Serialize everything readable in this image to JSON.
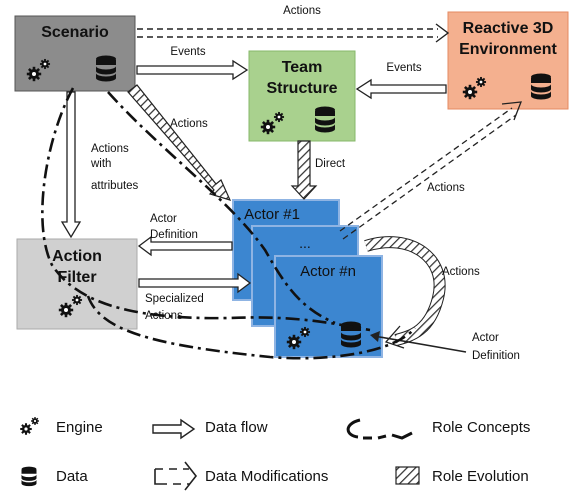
{
  "nodes": {
    "scenario": {
      "title": "Scenario"
    },
    "env": {
      "title_line1": "Reactive 3D",
      "title_line2": "Environment"
    },
    "team": {
      "title_line1": "Team",
      "title_line2": "Structure"
    },
    "filter": {
      "title_line1": "Action",
      "title_line2": "Filter"
    },
    "actor1": {
      "title": "Actor #1"
    },
    "actor_mid": {
      "title": "..."
    },
    "actorn": {
      "title": "Actor #n"
    }
  },
  "edges": {
    "scenario_env": "Actions",
    "scenario_team": "Events",
    "env_team": "Events",
    "scenario_actor_actions": "Actions",
    "team_actor": "Direct",
    "env_actor": "Actions",
    "filter_actions_line1": "Actions",
    "filter_actions_line2": "with",
    "filter_actions_line3": "attributes",
    "actor_definition_line1": "Actor",
    "actor_definition_line2": "Definition",
    "specialized_line1": "Specialized",
    "specialized_line2": "Actions",
    "actor_self_actions": "Actions",
    "actor_definition2_line1": "Actor",
    "actor_definition2_line2": "Definition"
  },
  "legend": {
    "engine": "Engine",
    "data": "Data",
    "data_flow": "Data flow",
    "data_modifications": "Data Modifications",
    "role_concepts": "Role Concepts",
    "role_evolution": "Role Evolution"
  },
  "colors": {
    "scenario_fill": "#8c8c8c",
    "env_fill": "#f4b08f",
    "team_fill": "#a9d18e",
    "filter_fill": "#d0d0d0",
    "actor_fill": "#3c86d0",
    "actor_stroke": "#8fb4e3"
  }
}
